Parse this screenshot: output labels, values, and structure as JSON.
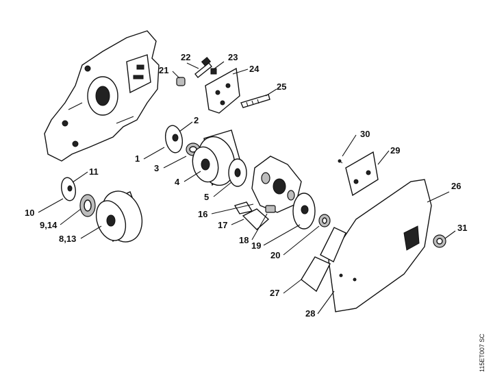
{
  "drawing_code": "115ET007 SC",
  "callouts": [
    {
      "id": "c1",
      "text": "1"
    },
    {
      "id": "c2",
      "text": "2"
    },
    {
      "id": "c3",
      "text": "3"
    },
    {
      "id": "c4",
      "text": "4"
    },
    {
      "id": "c5",
      "text": "5"
    },
    {
      "id": "c8_13",
      "text": "8,13"
    },
    {
      "id": "c9_14",
      "text": "9,14"
    },
    {
      "id": "c10",
      "text": "10"
    },
    {
      "id": "c11",
      "text": "11"
    },
    {
      "id": "c16",
      "text": "16"
    },
    {
      "id": "c17",
      "text": "17"
    },
    {
      "id": "c18",
      "text": "18"
    },
    {
      "id": "c19",
      "text": "19"
    },
    {
      "id": "c20",
      "text": "20"
    },
    {
      "id": "c21",
      "text": "21"
    },
    {
      "id": "c22",
      "text": "22"
    },
    {
      "id": "c23",
      "text": "23"
    },
    {
      "id": "c24",
      "text": "24"
    },
    {
      "id": "c25",
      "text": "25"
    },
    {
      "id": "c26",
      "text": "26"
    },
    {
      "id": "c27",
      "text": "27"
    },
    {
      "id": "c28",
      "text": "28"
    },
    {
      "id": "c29",
      "text": "29"
    },
    {
      "id": "c30",
      "text": "30"
    },
    {
      "id": "c31",
      "text": "31"
    }
  ]
}
